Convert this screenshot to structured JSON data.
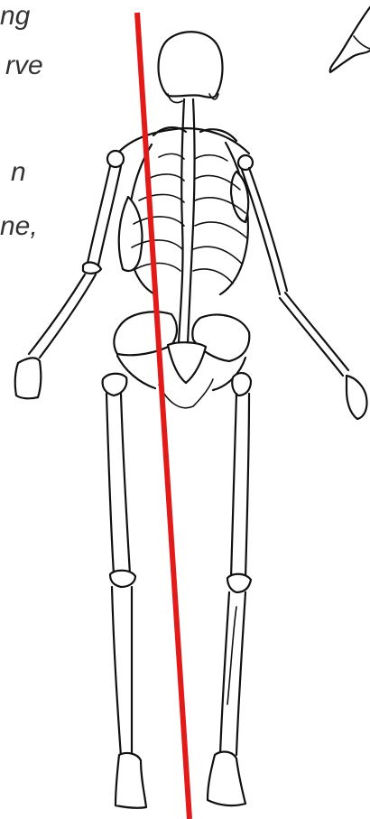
{
  "text_fragments": [
    "ng",
    "rve",
    "n",
    "ne,"
  ],
  "colors": {
    "background": "#ffffff",
    "ink": "#111111",
    "text": "#333333",
    "center_line": "#e21a1a"
  }
}
